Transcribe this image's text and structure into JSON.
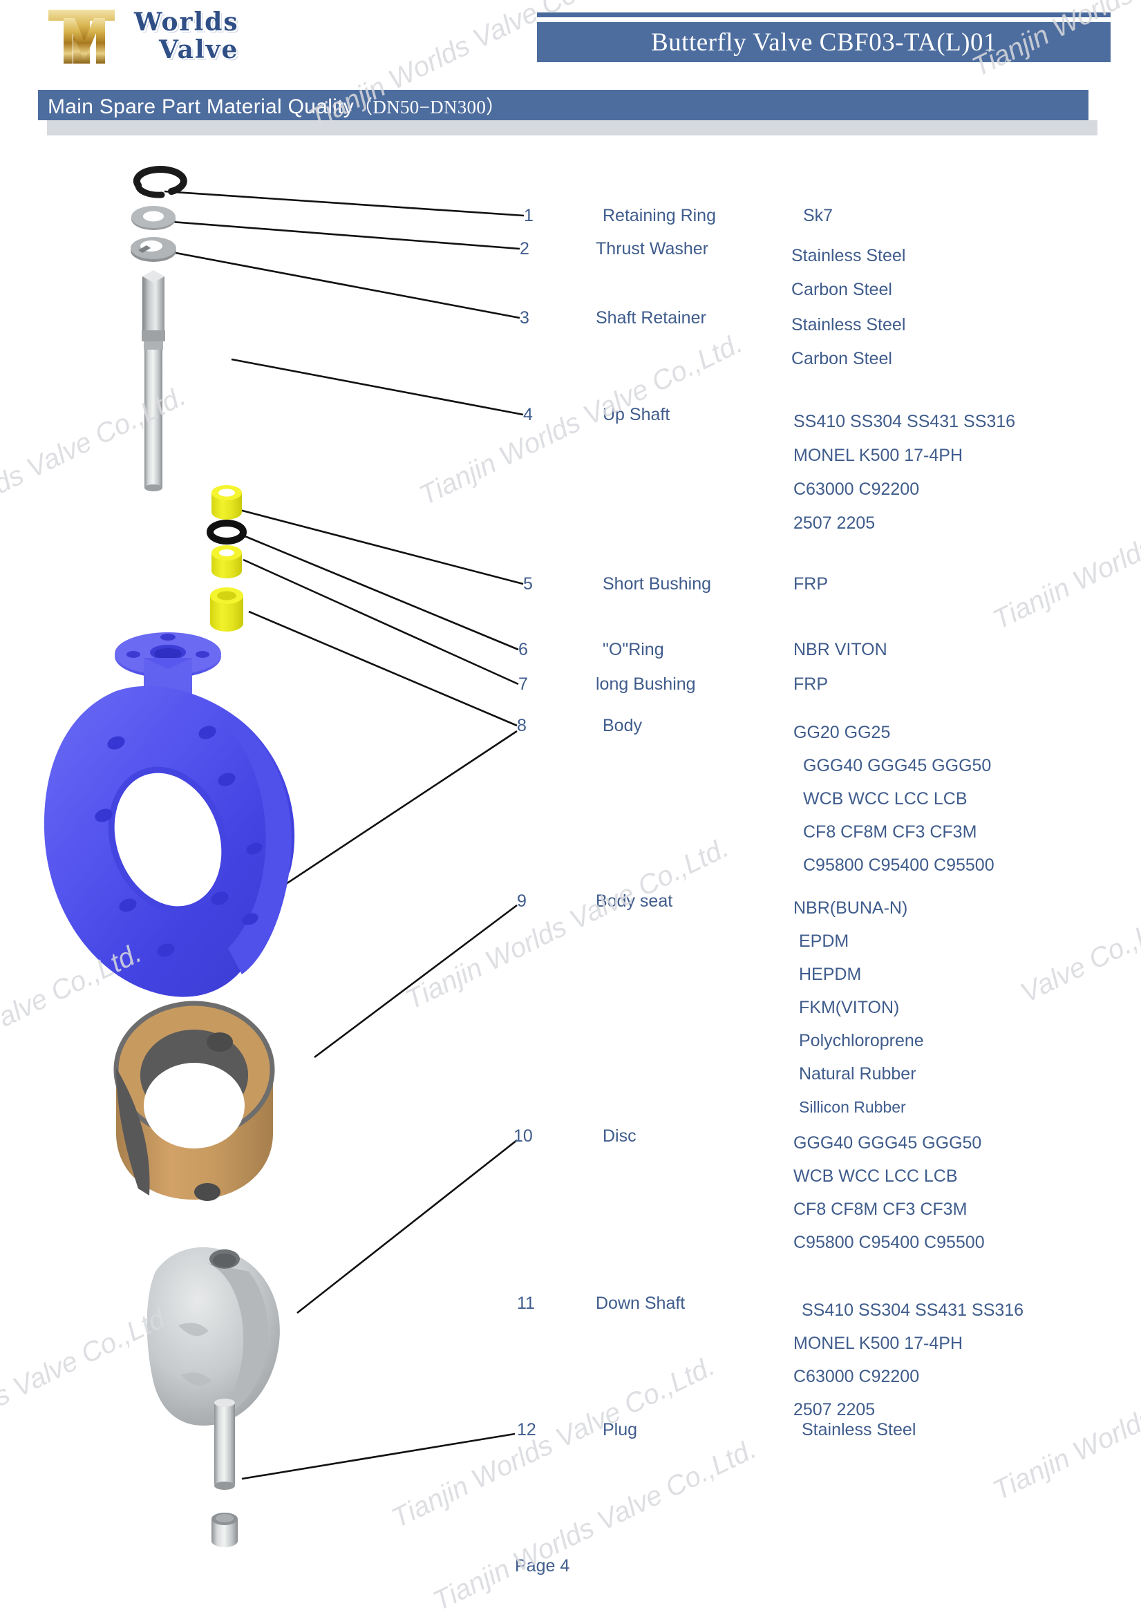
{
  "brand": {
    "logo_mark": "tm-monogram-logo",
    "name_line1": "Worlds",
    "name_line2": "Valve"
  },
  "header": {
    "title": "Butterfly Valve  CBF03-TA(L)01",
    "subtitle_main": "Main Spare Part Material Quality",
    "subtitle_range": "（DN50−DN300）"
  },
  "colors": {
    "banner_blue": "#4d6d9e",
    "text_blue": "#3f5c8c",
    "grey_bar": "#d6dade",
    "body_part_blue": "#4f4fe0",
    "bushing_yellow": "#e8e82a",
    "seat_bronze": "#c69a63",
    "seat_grey": "#555555",
    "metal_grey": "#b8bcbe",
    "logo_gold": "#c9a227"
  },
  "parts": [
    {
      "no": "1",
      "name": "Retaining Ring",
      "materials": [
        "Sk7"
      ]
    },
    {
      "no": "2",
      "name": "Thrust  Washer",
      "materials": [
        "Stainless Steel",
        "Carbon   Steel"
      ]
    },
    {
      "no": "3",
      "name": "Shaft  Retainer",
      "materials": [
        "Stainless Steel",
        "Carbon   Steel"
      ]
    },
    {
      "no": "4",
      "name": "Up Shaft",
      "materials": [
        "SS410 SS304 SS431 SS316",
        "MONEL K500  17-4PH",
        "C63000  C92200",
        "2507 2205"
      ]
    },
    {
      "no": "5",
      "name": "Short Bushing",
      "materials": [
        "FRP"
      ]
    },
    {
      "no": "6",
      "name": "\"O\"Ring",
      "materials": [
        "NBR  VITON"
      ]
    },
    {
      "no": "7",
      "name": "long Bushing",
      "materials": [
        "FRP"
      ]
    },
    {
      "no": "8",
      "name": "Body",
      "materials": [
        "GG20 GG25",
        "GGG40 GGG45 GGG50",
        "WCB WCC LCC LCB",
        "CF8 CF8M CF3 CF3M",
        "C95800 C95400 C95500"
      ]
    },
    {
      "no": "9",
      "name": "Body seat",
      "materials": [
        "NBR(BUNA-N)",
        "EPDM",
        "HEPDM",
        "FKM(VITON)",
        "Polychloroprene",
        "Natural Rubber",
        "Sillicon Rubber"
      ]
    },
    {
      "no": "10",
      "name": "Disc",
      "materials": [
        "GGG40 GGG45 GGG50",
        "WCB WCC LCC LCB",
        "CF8 CF8M CF3 CF3M",
        "C95800 C95400 C95500"
      ]
    },
    {
      "no": "11",
      "name": "Down Shaft",
      "materials": [
        "SS410 SS304 SS431 SS316",
        "MONEL K500  17-4PH",
        "C63000  C92200",
        "2507 2205"
      ]
    },
    {
      "no": "12",
      "name": "Plug",
      "materials": [
        "Stainless Steel"
      ]
    }
  ],
  "diagram": {
    "caption": "exploded-view-butterfly-valve",
    "components": [
      "retaining-ring",
      "thrust-washer",
      "shaft-retainer",
      "up-shaft",
      "short-bushing",
      "o-ring",
      "short-bushing-2",
      "long-bushing",
      "valve-body",
      "body-seat",
      "disc",
      "down-shaft",
      "plug"
    ]
  },
  "footer": {
    "page_label": "Page 4"
  },
  "watermarks": [
    "Tianjin Worlds Valve Co.,Ltd.",
    "Worlds Valve Co.,Ltd.",
    "Tianjin Worlds",
    "s Valve Co.,Ltd.",
    "Tianjin Worlds Valve Co.,Ltd.",
    "Tianjin Worlds Valve Co.,Ltd.",
    "Tianjin Worlds",
    "Valve Co.,Ltd.",
    "Tianjin Worlds Valve Co.,Ltd.",
    "Tianjin Worlds"
  ]
}
